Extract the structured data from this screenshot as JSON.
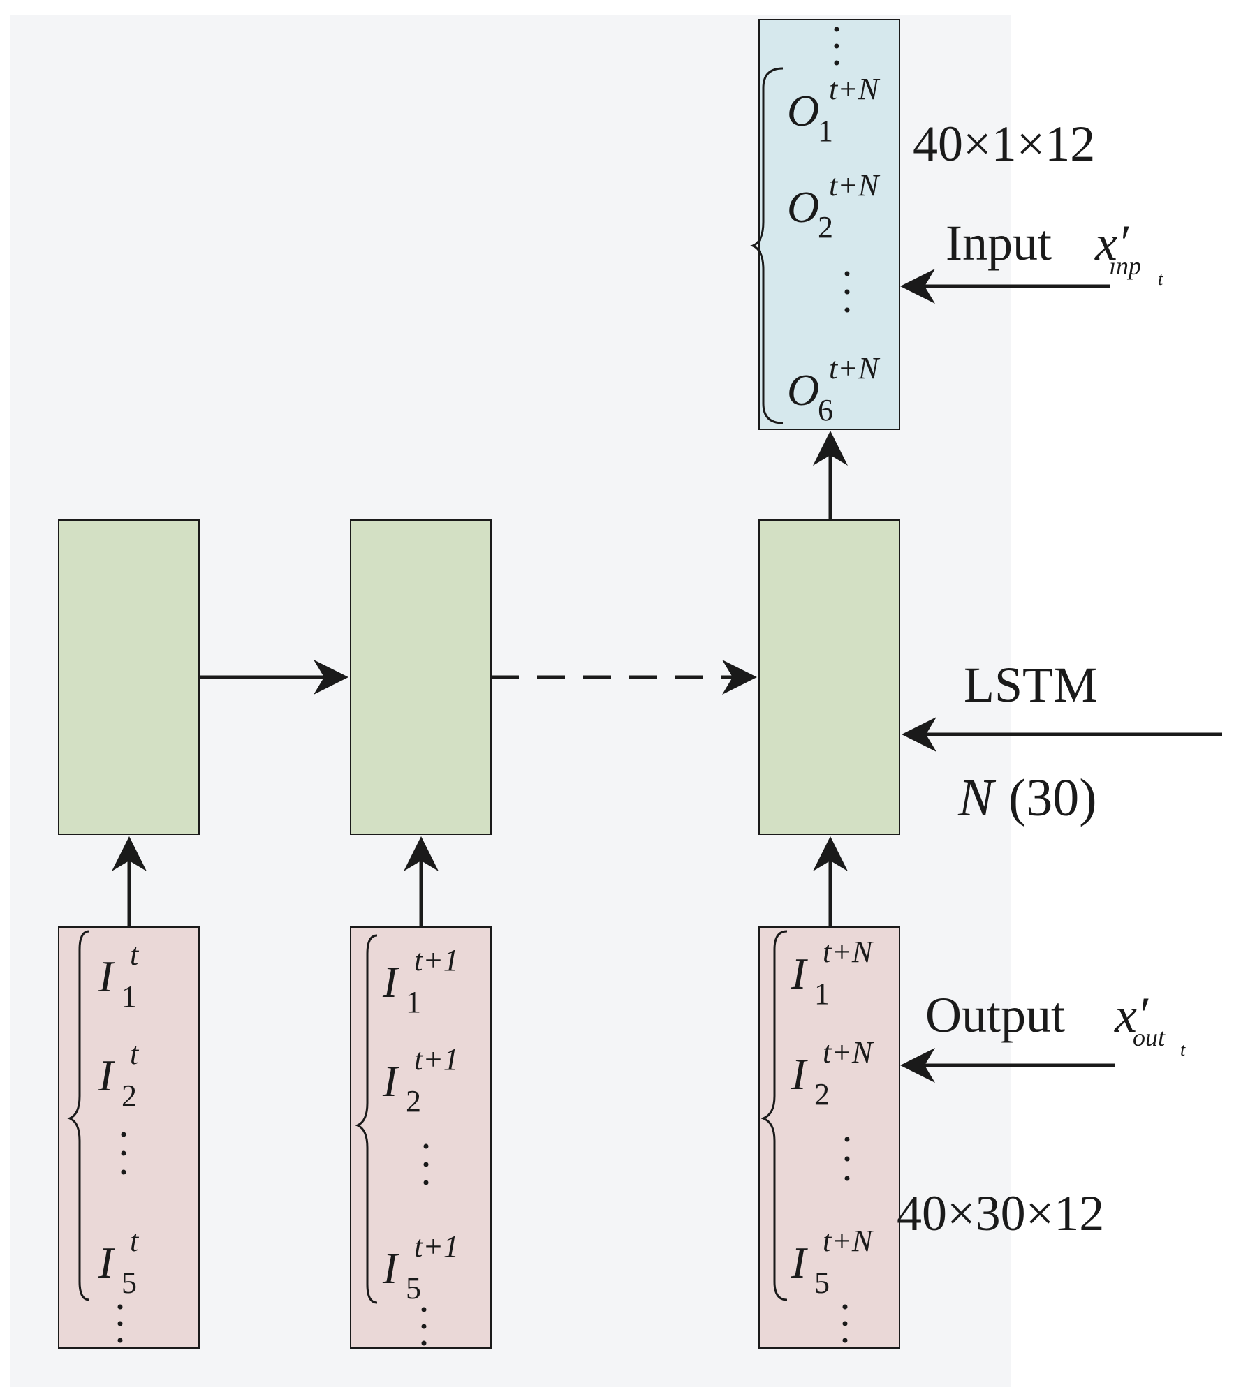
{
  "colors": {
    "background": "#f4f5f7",
    "lstm_fill": "#d3e0c4",
    "input_fill": "#ead8d7",
    "output_fill": "#d6e8ed",
    "stroke": "#1a1a1a"
  },
  "output_block": {
    "symbol": "O",
    "items": [
      {
        "sub": "1",
        "sup": "t+N"
      },
      {
        "sub": "2",
        "sup": "t+N"
      },
      {
        "sub": "6",
        "sup": "t+N"
      }
    ],
    "shape_label": "40×1×12"
  },
  "input_label": {
    "word": "Input",
    "symbol": "x′",
    "subscript": "inp",
    "subsub": "t"
  },
  "lstm_label": {
    "name": "LSTM",
    "count_symbol": "N",
    "count_value": "(30)"
  },
  "output_label": {
    "word": "Output",
    "symbol": "x′",
    "subscript": "out",
    "subsub": "t"
  },
  "input_blocks": [
    {
      "symbol": "I",
      "sup": "t",
      "subs": [
        "1",
        "2",
        "5"
      ]
    },
    {
      "symbol": "I",
      "sup": "t+1",
      "subs": [
        "1",
        "2",
        "5"
      ]
    },
    {
      "symbol": "I",
      "sup": "t+N",
      "subs": [
        "1",
        "2",
        "5"
      ]
    }
  ],
  "input_shape_label": "40×30×12",
  "icons": [
    "arrow-right-icon",
    "arrow-up-icon",
    "arrow-left-icon",
    "brace-icon",
    "ellipsis-icon"
  ]
}
